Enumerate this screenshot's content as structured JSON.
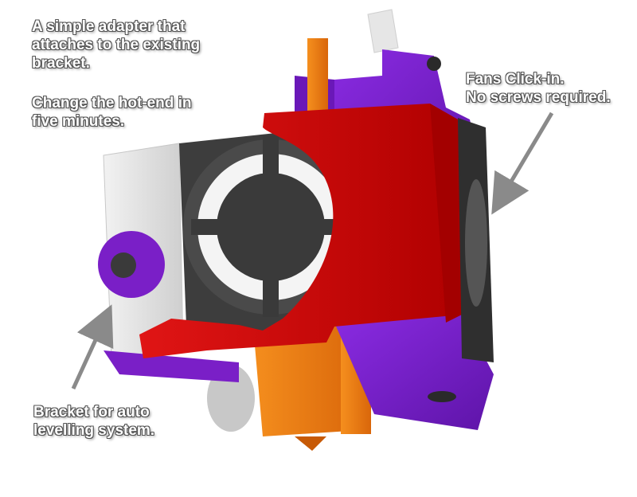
{
  "annotations": {
    "adapter": [
      "A simple adapter that",
      "attaches to the existing",
      "bracket."
    ],
    "hotend": [
      "Change the hot-end in",
      "five minutes."
    ],
    "fans": [
      "Fans Click-in.",
      "No screws required."
    ],
    "bracket": [
      "Bracket for auto",
      "levelling system."
    ]
  },
  "colors": {
    "red": "#d40a0a",
    "purple": "#7a1fc7",
    "orange": "#f07d0c",
    "dark_gray": "#3a3a3a",
    "light_gray": "#e4e4e4",
    "arrow": "#8a8a8a"
  },
  "icons": [
    "arrow-icon"
  ]
}
